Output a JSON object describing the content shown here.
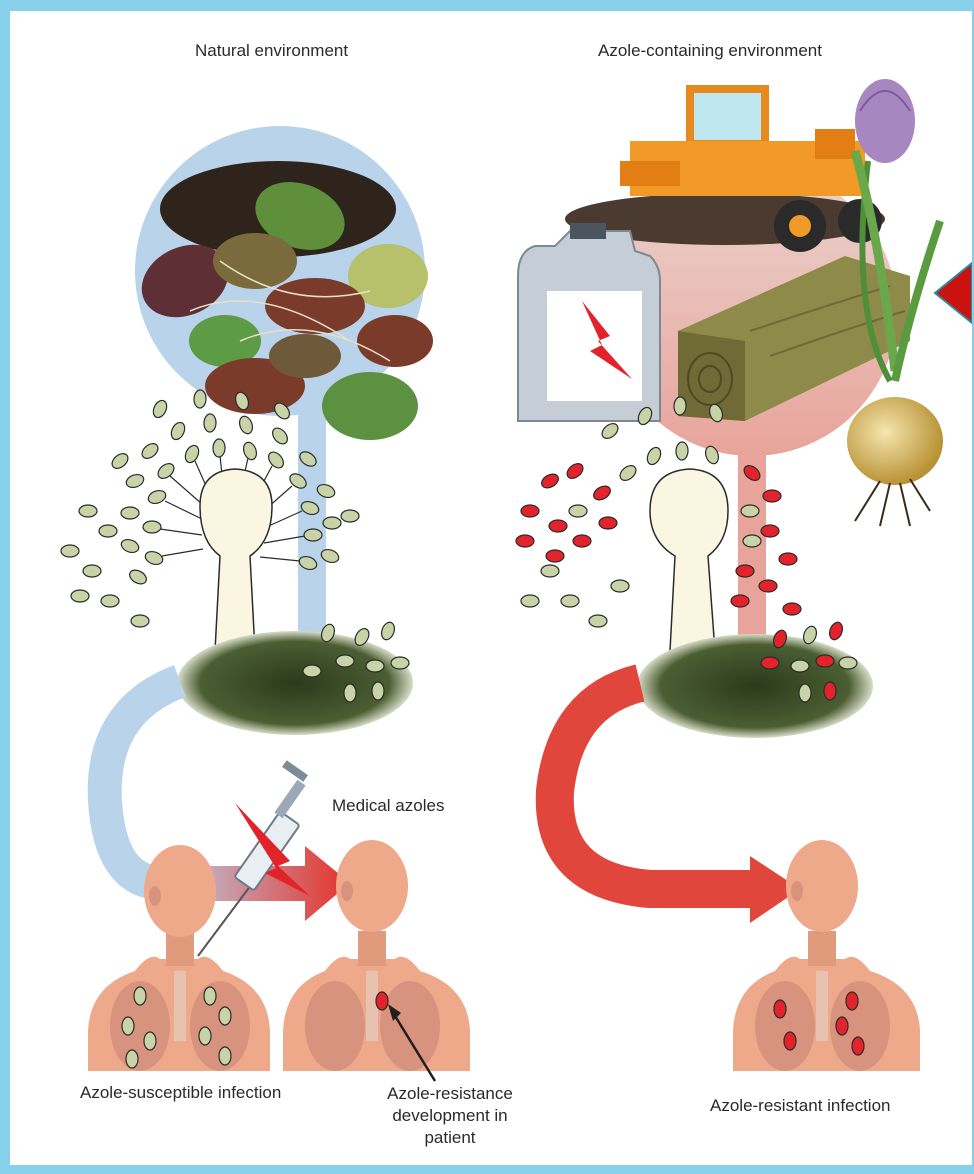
{
  "labels": {
    "natural_env": "Natural environment",
    "azole_env": "Azole-containing environment",
    "medical_azoles": "Medical azoles",
    "susceptible_infection": "Azole-susceptible infection",
    "resistance_development": "Azole-resistance development in patient",
    "resistant_infection": "Azole-resistant infection"
  },
  "colors": {
    "frame": "#86d0ec",
    "natural_path": "#b9d3ea",
    "azole_path": "#e05a4f",
    "spore_susceptible": "#c9d3a8",
    "spore_resistant": "#e3232c",
    "skin": "#eea98a",
    "lung": "#d8937f"
  }
}
